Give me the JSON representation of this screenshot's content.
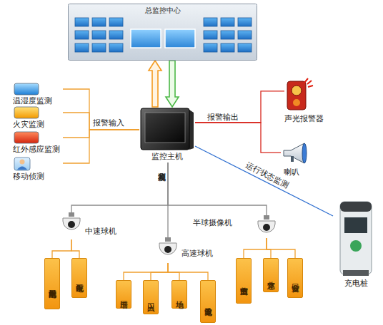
{
  "diagram": {
    "nodes": [
      {
        "text": [
          "总监控中心"
        ]
      },
      {
        "text": [
          "温湿度监测"
        ]
      },
      {
        "text": [
          "火灾监测"
        ]
      },
      {
        "text": [
          "红外感应监测"
        ]
      },
      {
        "text": [
          "移动侦测"
        ]
      },
      {
        "text": [
          "监控主机"
        ]
      },
      {
        "text": [
          "声光报警器"
        ]
      },
      {
        "text": [
          "喇叭"
        ]
      },
      {
        "text": [
          "中速球机"
        ]
      },
      {
        "text": [
          "高速球机"
        ]
      },
      {
        "text": [
          "半球摄像机"
        ]
      },
      {
        "text": [
          "充电桩"
        ]
      },
      {
        "text": [
          "配电室内场景"
        ]
      },
      {
        "text": [
          "配电设备"
        ]
      },
      {
        "text": [
          "围墙"
        ]
      },
      {
        "text": [
          "出入口"
        ]
      },
      {
        "text": [
          "场地"
        ]
      },
      {
        "text": [
          "充放电设备"
        ]
      },
      {
        "text": [
          "室内值班室"
        ]
      },
      {
        "text": [
          "休息室"
        ]
      },
      {
        "text": [
          "营业窗口"
        ]
      }
    ],
    "edges": [
      {
        "from": 5,
        "to": 0,
        "arrow": "to"
      },
      {
        "from": 0,
        "to": 5,
        "arrow": "to"
      },
      {
        "from": 1,
        "to": 5,
        "arrow": "none"
      },
      {
        "from": 2,
        "to": 5,
        "arrow": "none"
      },
      {
        "from": 3,
        "to": 5,
        "arrow": "none"
      },
      {
        "from": 4,
        "to": 5,
        "arrow": "none"
      },
      {
        "from": 5,
        "to": 6,
        "arrow": "none"
      },
      {
        "from": 5,
        "to": 7,
        "arrow": "none"
      },
      {
        "from": 5,
        "to": 8,
        "arrow": "none"
      },
      {
        "from": 5,
        "to": 9,
        "arrow": "none"
      },
      {
        "from": 5,
        "to": 10,
        "arrow": "none"
      },
      {
        "from": 5,
        "to": 11,
        "label": "运行状态监测",
        "arrow": "none"
      },
      {
        "from": 8,
        "to": 12,
        "arrow": "none"
      },
      {
        "from": 8,
        "to": 13,
        "arrow": "none"
      },
      {
        "from": 9,
        "to": 14,
        "arrow": "none"
      },
      {
        "from": 9,
        "to": 15,
        "arrow": "none"
      },
      {
        "from": 9,
        "to": 16,
        "arrow": "none"
      },
      {
        "from": 9,
        "to": 17,
        "arrow": "none"
      },
      {
        "from": 10,
        "to": 18,
        "arrow": "none"
      },
      {
        "from": 10,
        "to": 19,
        "arrow": "none"
      },
      {
        "from": 10,
        "to": 20,
        "arrow": "none"
      }
    ],
    "labels": [
      "报警输入",
      "报警输出",
      "视频监测"
    ]
  }
}
